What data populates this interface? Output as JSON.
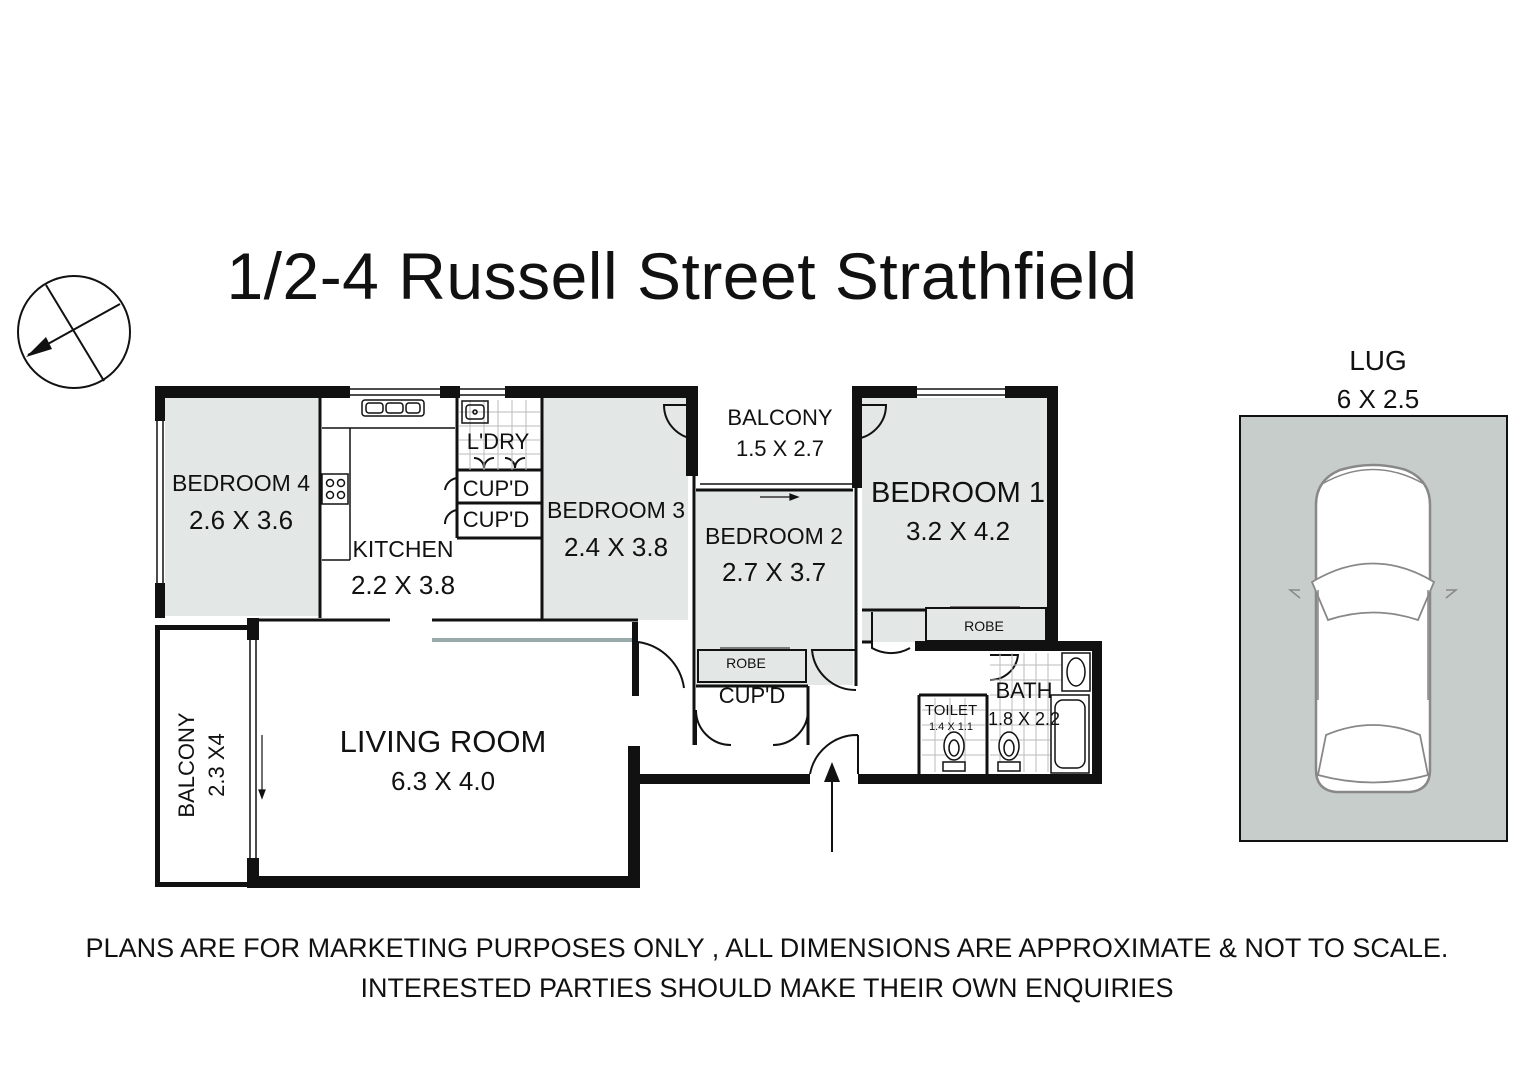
{
  "title": "1/2-4 Russell Street Strathfield",
  "rooms": {
    "bedroom4": {
      "name": "BEDROOM 4",
      "dims": "2.6 X 3.6"
    },
    "kitchen": {
      "name": "KITCHEN",
      "dims": "2.2 X 3.8"
    },
    "laundry": {
      "name": "L'DRY"
    },
    "cupd1": {
      "name": "CUP'D"
    },
    "cupd2": {
      "name": "CUP'D"
    },
    "bedroom3": {
      "name": "BEDROOM 3",
      "dims": "2.4 X 3.8"
    },
    "balcony_top": {
      "name": "BALCONY",
      "dims": "1.5 X 2.7"
    },
    "bedroom2": {
      "name": "BEDROOM 2",
      "dims": "2.7 X 3.7"
    },
    "bedroom1": {
      "name": "BEDROOM 1",
      "dims": "3.2 X 4.2"
    },
    "robe1": {
      "name": "ROBE"
    },
    "robe2": {
      "name": "ROBE"
    },
    "cupd3": {
      "name": "CUP'D"
    },
    "toilet": {
      "name": "TOILET",
      "dims": "1.4 X 1.1"
    },
    "bath": {
      "name": "BATH",
      "dims": "1.8 X 2.2"
    },
    "living": {
      "name": "LIVING ROOM",
      "dims": "6.3 X 4.0"
    },
    "balcony_side": {
      "name": "BALCONY",
      "dims": "2.3 X4"
    },
    "lug": {
      "name": "LUG",
      "dims": "6 X 2.5"
    }
  },
  "footer": {
    "line1": "PLANS ARE FOR MARKETING PURPOSES ONLY , ALL DIMENSIONS ARE APPROXIMATE & NOT TO SCALE.",
    "line2": "INTERESTED PARTIES SHOULD MAKE THEIR OWN ENQUIRIES"
  },
  "colors": {
    "room_fill": "#e3e7e5",
    "lug_fill": "#c7cdcb",
    "wall": "#111111"
  },
  "icons": [
    "compass-icon",
    "car-icon",
    "entry-arrow-icon",
    "sink-icon",
    "stove-icon",
    "toilet-icon",
    "bathtub-icon"
  ]
}
